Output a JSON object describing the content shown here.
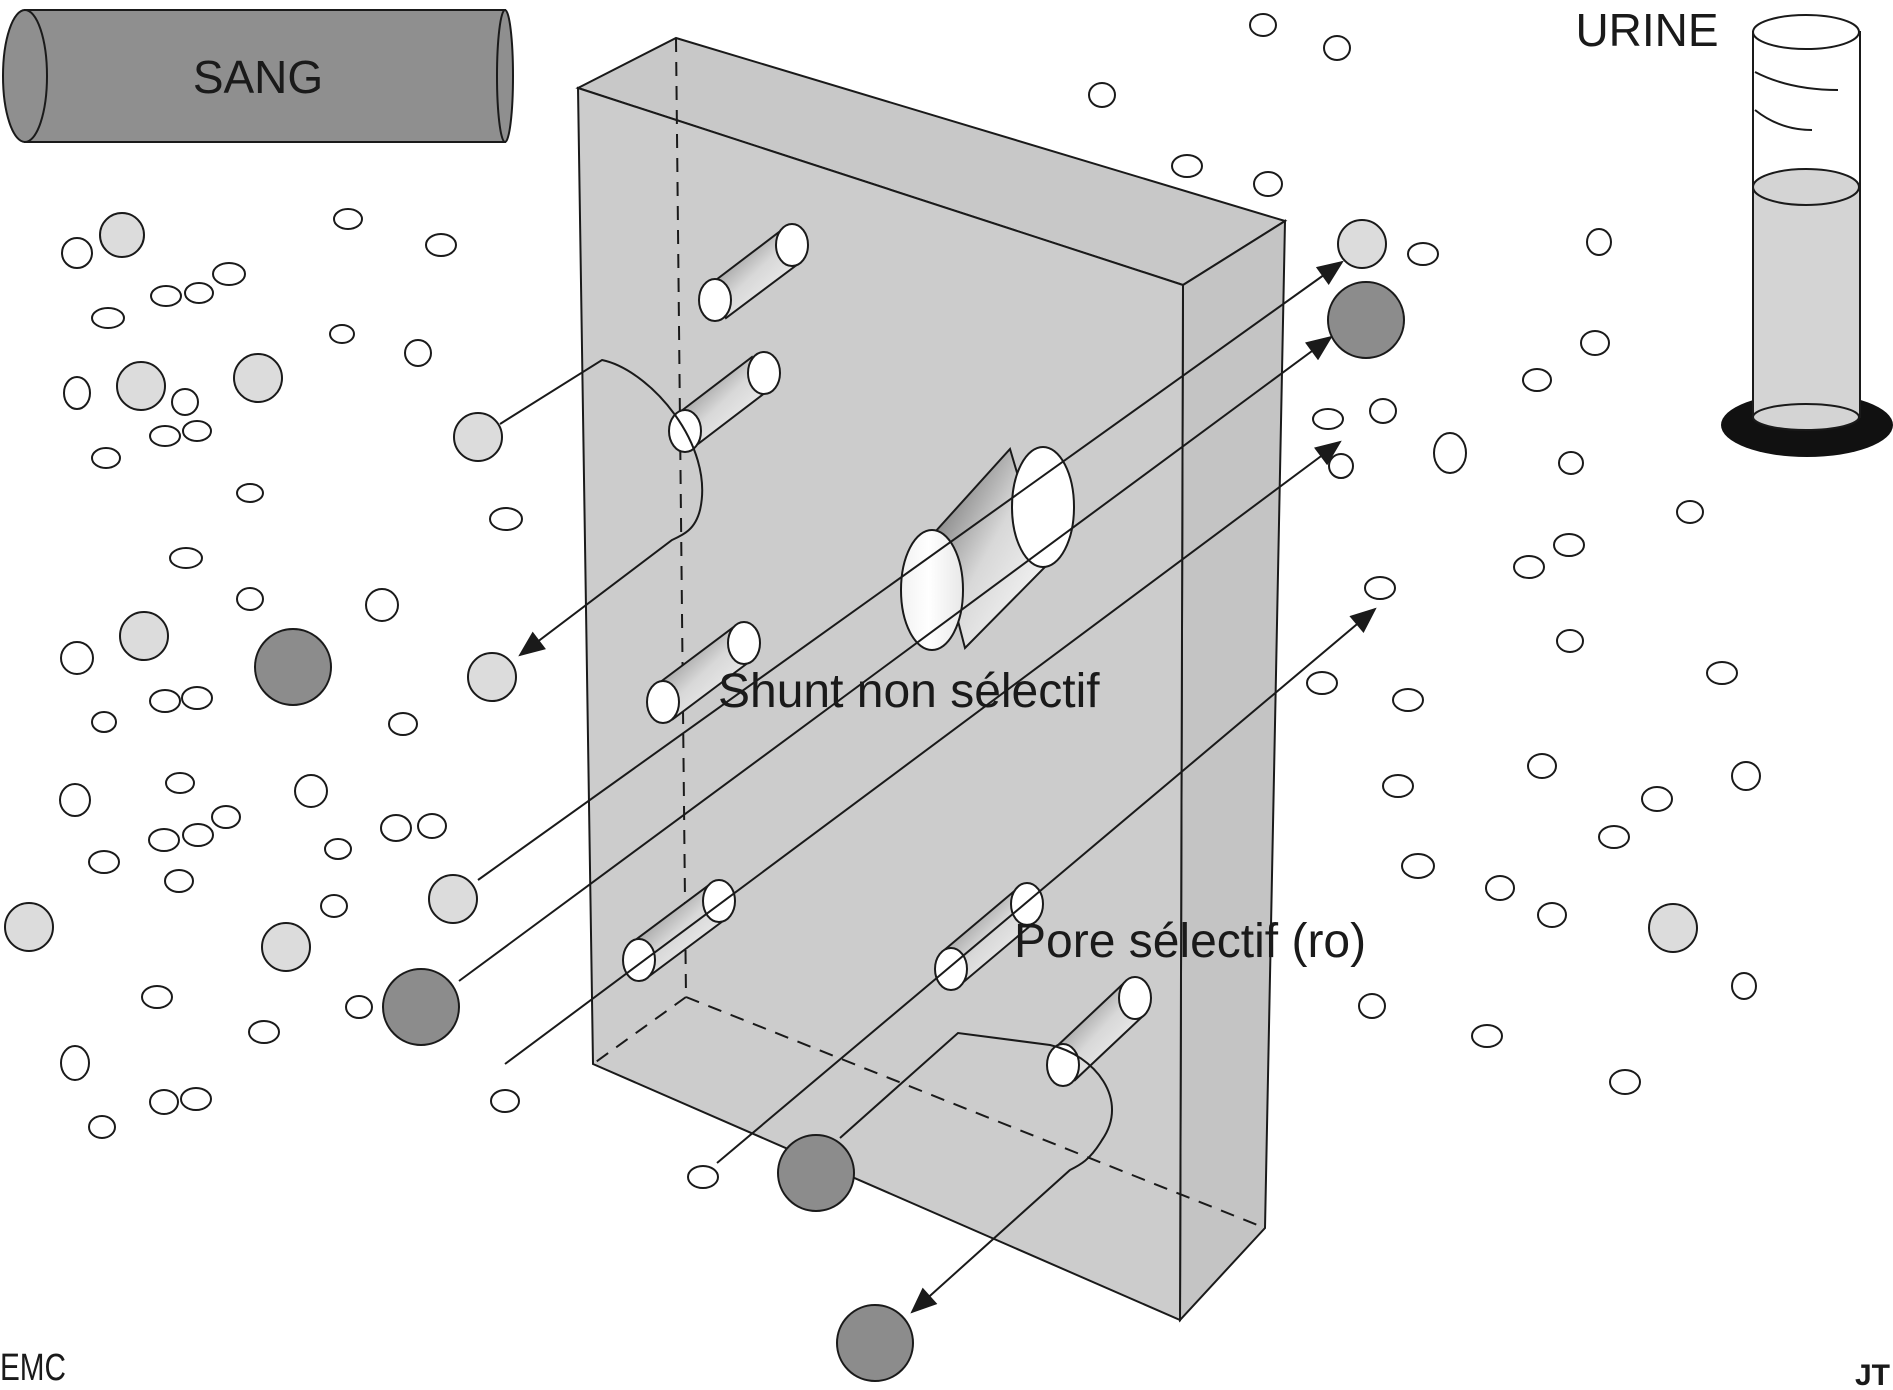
{
  "labels": {
    "blood": "SANG",
    "urine": "URINE",
    "shunt": "Shunt non sélectif",
    "pore": "Pore sélectif (ro)"
  },
  "credits": {
    "publisher": "EMC",
    "author": "JT"
  },
  "colors": {
    "membrane": "#cccccc",
    "membrane_side": "#c4c4c4",
    "small_particle": "#ffffff",
    "medium_particle": "#dcdcdc",
    "large_particle": "#8c8c8c",
    "blood_tube": "#8f8f8f",
    "urine_fill": "#d4d4d4",
    "stroke": "#1a1a1a"
  },
  "icons": {
    "blood": "blood-vessel-tube-icon",
    "urine": "graduated-cylinder-icon"
  }
}
